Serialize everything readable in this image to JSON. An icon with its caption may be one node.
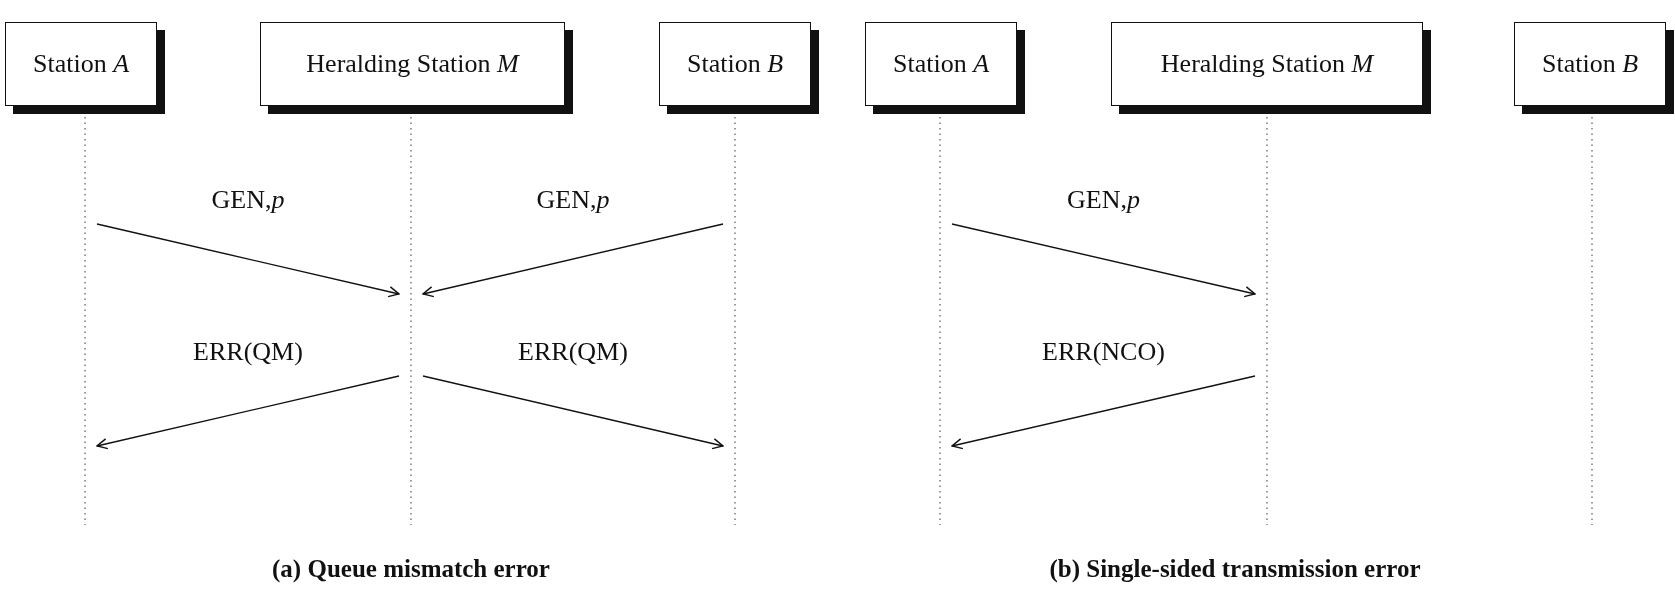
{
  "diagram": {
    "nodes": [
      {
        "text": [
          "Station *A*"
        ]
      },
      {
        "text": [
          "Heralding Station *M*"
        ]
      },
      {
        "text": [
          "Station *B*"
        ]
      },
      {
        "text": [
          "Station *A*"
        ]
      },
      {
        "text": [
          "Heralding Station *M*"
        ]
      },
      {
        "text": [
          "Station *B*"
        ]
      }
    ],
    "edges": [
      {
        "from": 0,
        "to": 1,
        "arrow": "to",
        "label": "GEN,*p*"
      },
      {
        "from": 2,
        "to": 1,
        "arrow": "to",
        "label": "GEN,*p*"
      },
      {
        "from": 1,
        "to": 0,
        "arrow": "to",
        "label": "ERR(QM)"
      },
      {
        "from": 1,
        "to": 2,
        "arrow": "to",
        "label": "ERR(QM)"
      },
      {
        "from": 3,
        "to": 4,
        "arrow": "to",
        "label": "GEN,*p*"
      },
      {
        "from": 4,
        "to": 3,
        "arrow": "to",
        "label": "ERR(NCO)"
      }
    ],
    "labels": [
      "(a) Queue mismatch error",
      "(b) Single-sided transmission error"
    ]
  }
}
